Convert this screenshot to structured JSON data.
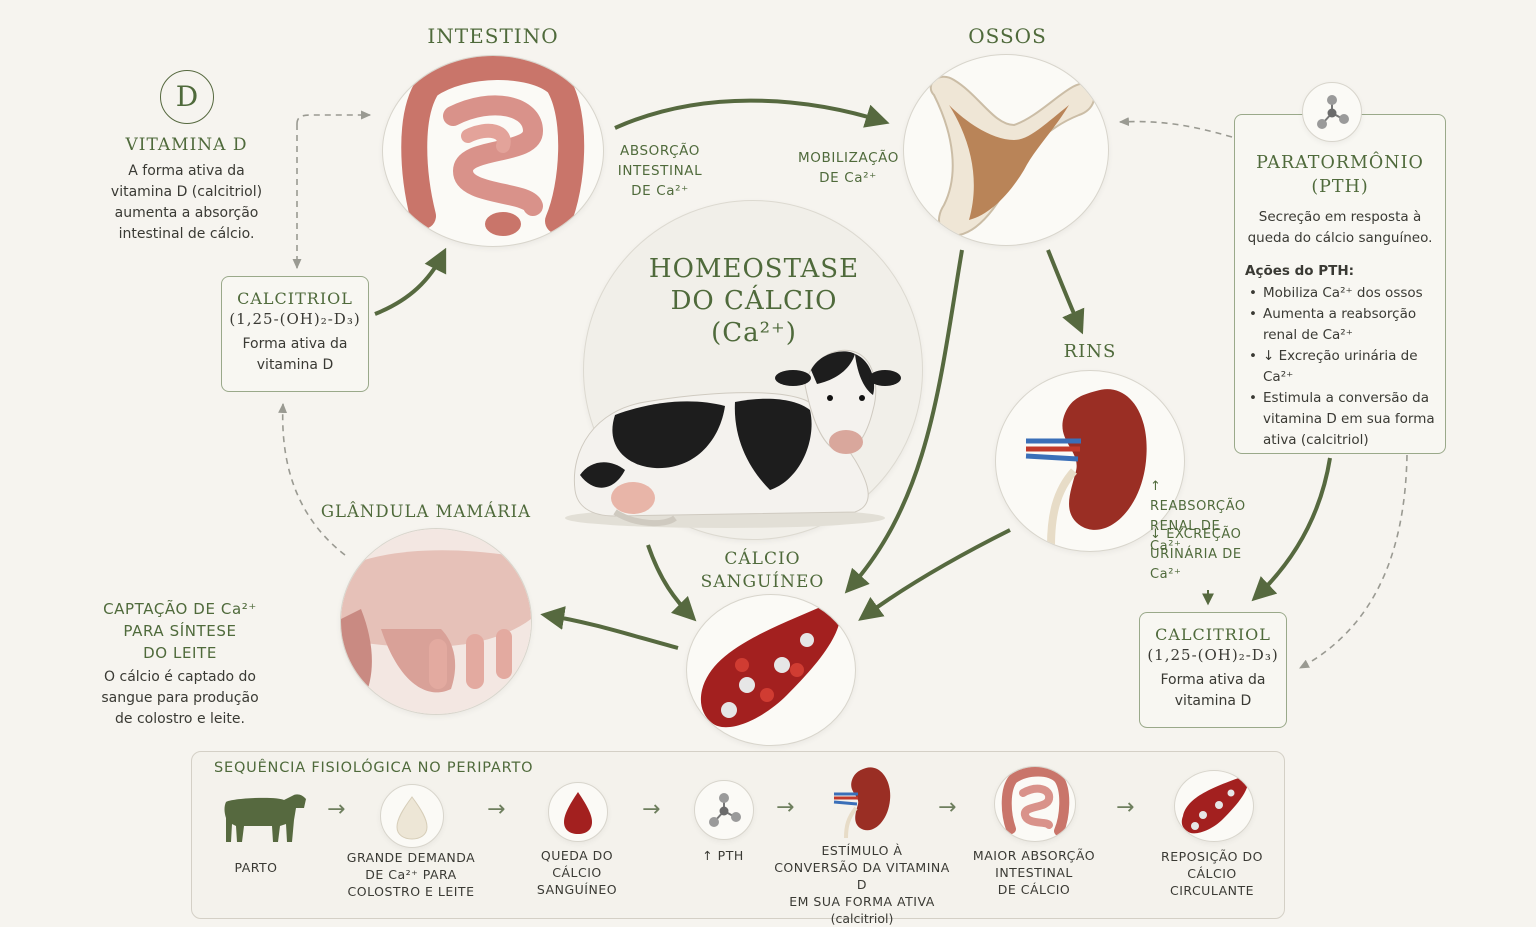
{
  "center": {
    "title_line1": "HOMEOSTASE",
    "title_line2": "DO CÁLCIO",
    "title_line3": "(Ca²⁺)"
  },
  "vitamin_d": {
    "icon_letter": "D",
    "title": "VITAMINA D",
    "text_line1": "A forma ativa da",
    "text_line2": "vitamina D (calcitriol)",
    "text_line3": "aumenta a absorção",
    "text_line4": "intestinal de cálcio."
  },
  "calcitriol_left": {
    "title": "CALCITRIOL",
    "formula": "(1,25-(OH)₂-D₃)",
    "desc_line1": "Forma ativa da",
    "desc_line2": "vitamina D"
  },
  "calcitriol_right": {
    "title": "CALCITRIOL",
    "formula": "(1,25-(OH)₂-D₃)",
    "desc_line1": "Forma ativa da",
    "desc_line2": "vitamina D"
  },
  "intestine": {
    "title": "INTESTINO",
    "label_line1": "ABSORÇÃO",
    "label_line2": "INTESTINAL",
    "label_line3": "DE Ca²⁺"
  },
  "bones": {
    "title": "OSSOS",
    "label_line1": "MOBILIZAÇÃO",
    "label_line2": "DE Ca²⁺"
  },
  "kidneys": {
    "title": "RINS",
    "label1_line1": "↑ REABSORÇÃO",
    "label1_line2": "RENAL DE Ca²⁺",
    "label2_line1": "↓ EXCREÇÃO",
    "label2_line2": "URINÁRIA DE Ca²⁺"
  },
  "blood": {
    "title_line1": "CÁLCIO",
    "title_line2": "SANGUÍNEO"
  },
  "mammary": {
    "title": "GLÂNDULA MAMÁRIA",
    "capture_line1": "CAPTAÇÃO DE Ca²⁺",
    "capture_line2": "PARA SÍNTESE",
    "capture_line3": "DO LEITE",
    "desc_line1": "O cálcio é captado do",
    "desc_line2": "sangue para produção",
    "desc_line3": "de colostro e leite."
  },
  "pth": {
    "title_line1": "PARATORMÔNIO",
    "title_line2": "(PTH)",
    "desc_line1": "Secreção em resposta à",
    "desc_line2": "queda do cálcio sanguíneo.",
    "actions_title": "Ações do PTH:",
    "actions": [
      "Mobiliza Ca²⁺ dos ossos",
      "Aumenta a reabsorção renal de Ca²⁺",
      "↓ Excreção urinária de Ca²⁺",
      "Estimula a conversão da vitamina D em sua forma ativa (calcitriol)"
    ]
  },
  "sequence": {
    "title": "SEQUÊNCIA FISIOLÓGICA NO PERIPARTO",
    "arrow": "→",
    "steps": [
      {
        "line1": "PARTO"
      },
      {
        "line1": "GRANDE DEMANDA",
        "line2": "DE Ca²⁺ PARA",
        "line3": "COLOSTRO E LEITE"
      },
      {
        "line1": "QUEDA DO",
        "line2": "CÁLCIO",
        "line3": "SANGUÍNEO"
      },
      {
        "line1": "↑  PTH"
      },
      {
        "line1": "ESTÍMULO À",
        "line2": "CONVERSÃO DA VITAMINA D",
        "line3": "EM SUA FORMA ATIVA",
        "line4": "(calcitriol)"
      },
      {
        "line1": "MAIOR ABSORÇÃO",
        "line2": "INTESTINAL",
        "line3": "DE CÁLCIO"
      },
      {
        "line1": "REPOSIÇÃO DO",
        "line2": "CÁLCIO",
        "line3": "CIRCULANTE"
      }
    ]
  },
  "colors": {
    "accent_green": "#4f6a3b",
    "arrow_green": "#56693f",
    "blood_red": "#a3201f",
    "background": "#f6f4ef"
  }
}
